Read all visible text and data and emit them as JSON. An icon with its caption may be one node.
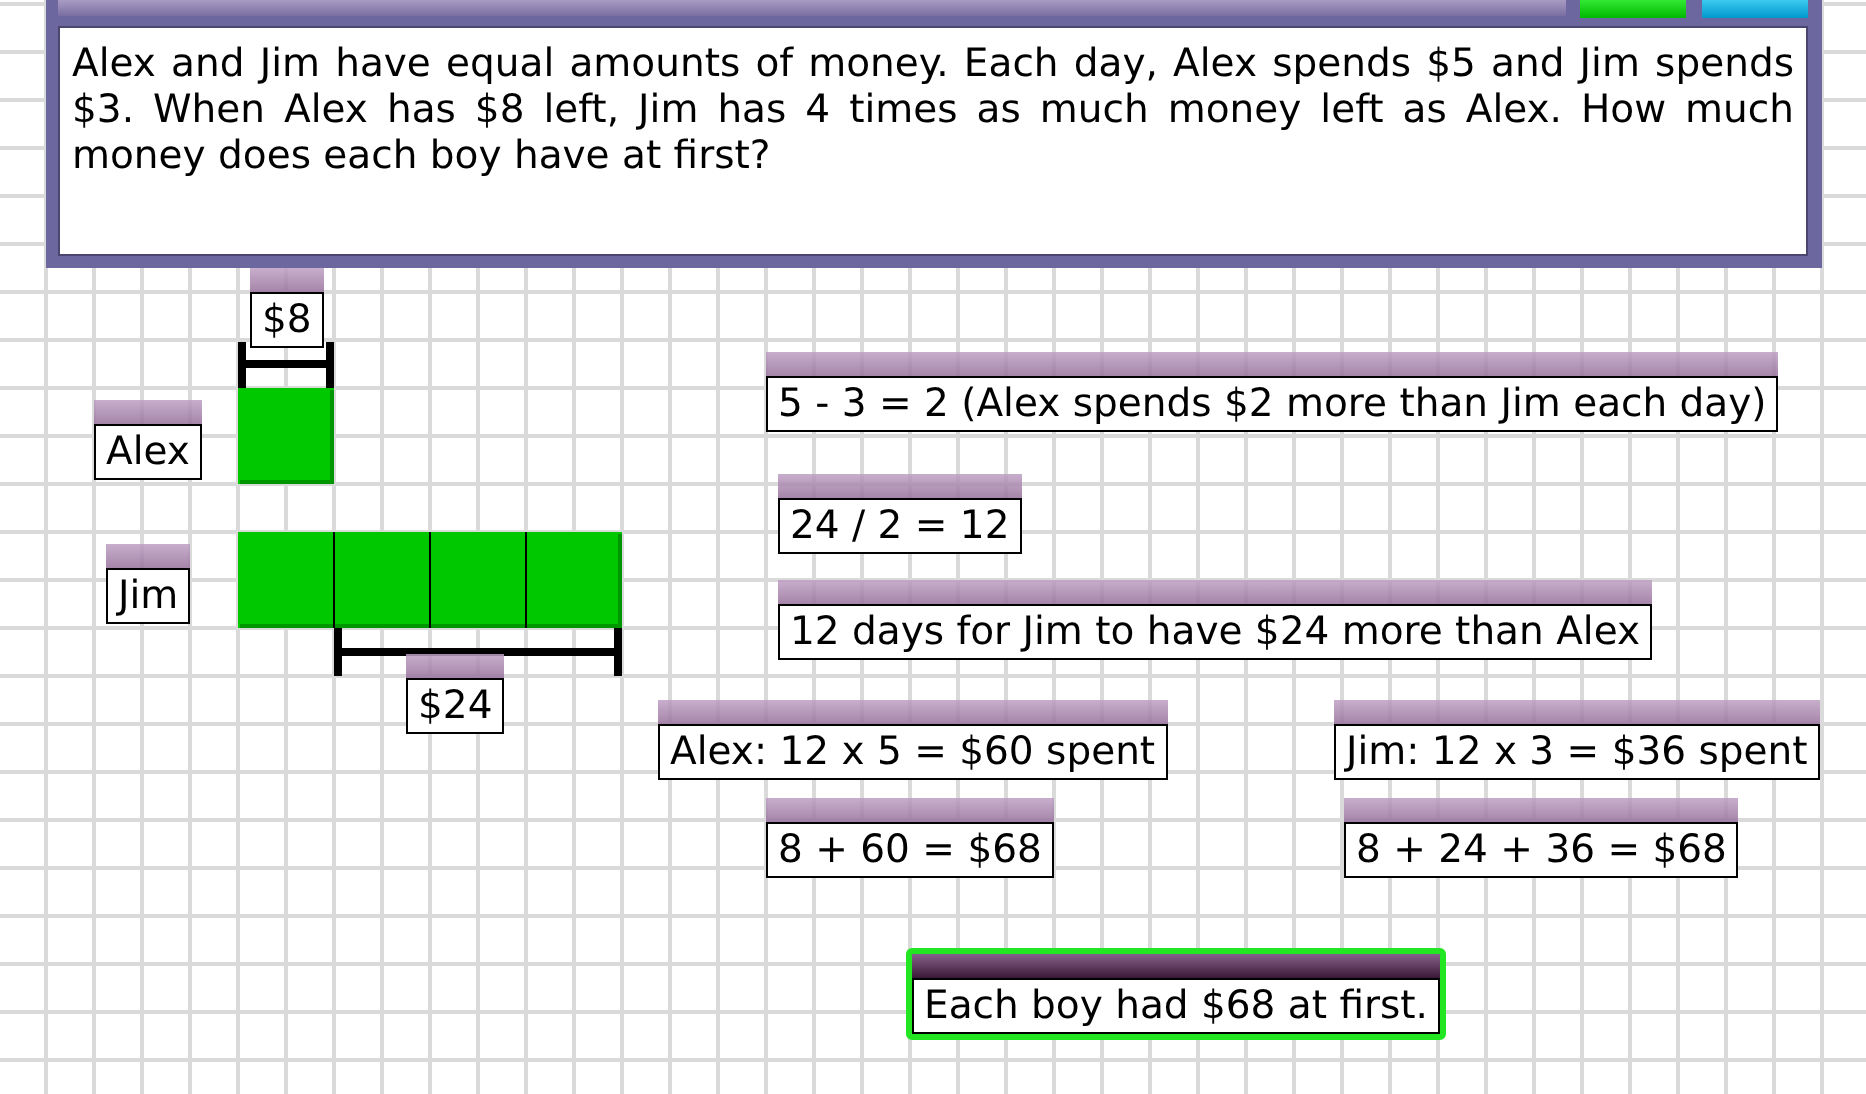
{
  "diagram": {
    "nodes": [
      {
        "text": [
          "Alex and Jim have equal amounts of money. Each day, Alex spends $5 and Jim spends $3. When Alex has $8 left, Jim has 4 times as much money left as Alex. How much money does each boy have at first?"
        ]
      },
      {
        "text": [
          "$8"
        ]
      },
      {
        "text": [
          "Alex"
        ]
      },
      {
        "text": [
          "Jim"
        ]
      },
      {
        "text": [
          "$24"
        ]
      },
      {
        "text": [
          "5 - 3 = 2 (Alex spends $2 more than Jim each day)"
        ]
      },
      {
        "text": [
          "24 / 2 = 12"
        ]
      },
      {
        "text": [
          "12 days for Jim to have $24 more than Alex"
        ]
      },
      {
        "text": [
          "Alex: 12 x 5 = $60 spent"
        ]
      },
      {
        "text": [
          "Jim: 12 x 3 = $36 spent"
        ]
      },
      {
        "text": [
          "8 + 60 = $68"
        ]
      },
      {
        "text": [
          "8 + 24 + 36 = $68"
        ]
      },
      {
        "text": [
          "Each boy had $68 at first."
        ]
      }
    ]
  }
}
